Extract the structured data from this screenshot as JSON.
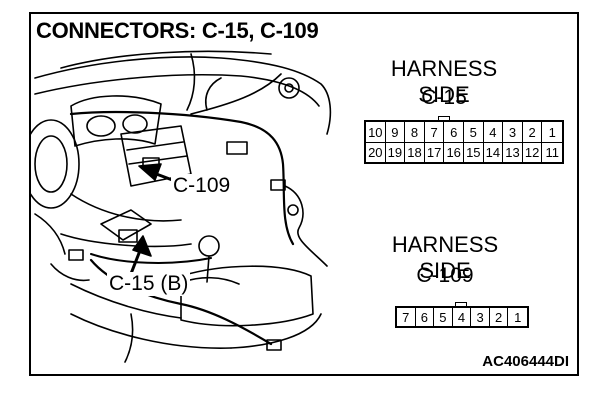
{
  "title": "CONNECTORS: C-15, C-109",
  "c15": {
    "side_label": "HARNESS SIDE",
    "name": "C-15",
    "pins_top": [
      "10",
      "9",
      "8",
      "7",
      "6",
      "5",
      "4",
      "3",
      "2",
      "1"
    ],
    "pins_bottom": [
      "20",
      "19",
      "18",
      "17",
      "16",
      "15",
      "14",
      "13",
      "12",
      "11"
    ]
  },
  "c109": {
    "side_label": "HARNESS SIDE",
    "name": "C-109",
    "pins": [
      "7",
      "6",
      "5",
      "4",
      "3",
      "2",
      "1"
    ]
  },
  "callouts": {
    "c109": "C-109",
    "c15b": "C-15 (B)"
  },
  "figure_code": "AC406444DI"
}
